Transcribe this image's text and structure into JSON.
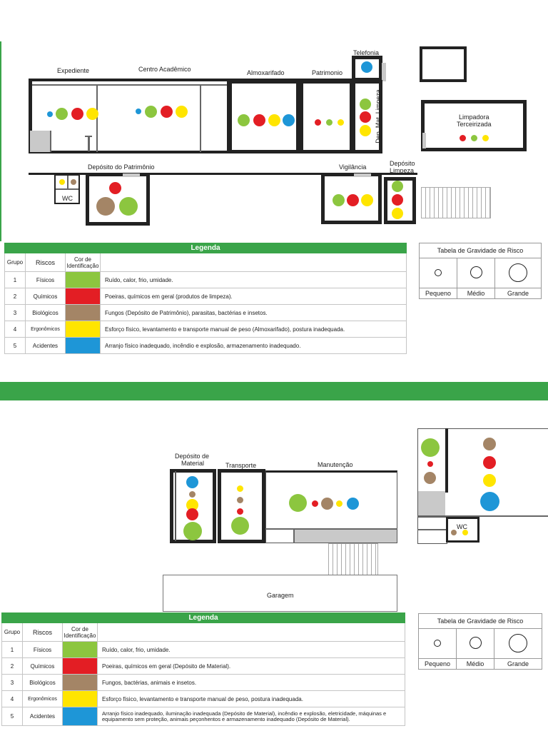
{
  "colors": {
    "green": "#8cc63f",
    "red": "#e31e24",
    "brown": "#a48566",
    "yellow": "#ffe500",
    "blue": "#1e96d7",
    "legend_header": "#3aa449"
  },
  "plan1": {
    "rooms": {
      "expediente": "Expediente",
      "centro_academico": "Centro Acadêmico",
      "almoxarifado": "Almoxarifado",
      "patrimonio": "Patrimonio",
      "telefonia": "Telefonia",
      "dep_mat_limpeza": "Dep. Mat. Limpeza",
      "limpadora": "Limpadora",
      "terceirizada": "Terceirizada",
      "deposito_patrimonio": "Depósito do Patrimônio",
      "wc": "WC",
      "vigilancia": "Vigilância",
      "deposito_limpeza_1": "Depósito",
      "deposito_limpeza_2": "Limpeza"
    }
  },
  "plan2": {
    "rooms": {
      "deposito_material_1": "Depósito de",
      "deposito_material_2": "Material",
      "transporte": "Transporte",
      "manutencao": "Manutenção",
      "garagem": "Garagem",
      "wc": "WC"
    }
  },
  "legend1": {
    "title": "Legenda",
    "headers": {
      "grupo": "Grupo",
      "riscos": "Riscos",
      "cor1": "Cor de",
      "cor2": "Identificação"
    },
    "rows": [
      {
        "grupo": "1",
        "risco": "Físicos",
        "color": "green",
        "desc": "Ruído, calor, frio, umidade."
      },
      {
        "grupo": "2",
        "risco": "Químicos",
        "color": "red",
        "desc": "Poeiras, químicos em geral (produtos de limpeza)."
      },
      {
        "grupo": "3",
        "risco": "Biológicos",
        "color": "brown",
        "desc": "Fungos (Depósito de Patrimônio), parasitas, bactérias e insetos."
      },
      {
        "grupo": "4",
        "risco": "Ergonômicos",
        "color": "yellow",
        "desc": "Esforço físico, levantamento e transporte manual de peso (Almoxarifado), postura inadequada."
      },
      {
        "grupo": "5",
        "risco": "Acidentes",
        "color": "blue",
        "desc": "Arranjo físico inadequado, incêndio e explosão, armazenamento inadequado."
      }
    ]
  },
  "legend2": {
    "title": "Legenda",
    "headers": {
      "grupo": "Grupo",
      "riscos": "Riscos",
      "cor1": "Cor de",
      "cor2": "Identificação"
    },
    "rows": [
      {
        "grupo": "1",
        "risco": "Físicos",
        "color": "green",
        "desc": "Ruído, calor, frio, umidade."
      },
      {
        "grupo": "2",
        "risco": "Químicos",
        "color": "red",
        "desc": "Poeiras, químicos em geral (Depósito de Material)."
      },
      {
        "grupo": "3",
        "risco": "Biológicos",
        "color": "brown",
        "desc": "Fungos, bactérias, animais e insetos."
      },
      {
        "grupo": "4",
        "risco": "Ergonômicos",
        "color": "yellow",
        "desc": "Esforço físico, levantamento e transporte manual de peso, postura inadequada."
      },
      {
        "grupo": "5",
        "risco": "Acidentes",
        "color": "blue",
        "desc": "Arranjo físico inadequado, iluminação inadequada (Depósito de Material), incêndio e explosão, eletricidade, máquinas e equipamento sem proteção, animais peçonhentos e armazenamento inadequado (Depósito de Material)."
      }
    ]
  },
  "gravidade": {
    "title": "Tabela de Gravidade de Risco",
    "small": "Pequeno",
    "medium": "Médio",
    "large": "Grande"
  }
}
